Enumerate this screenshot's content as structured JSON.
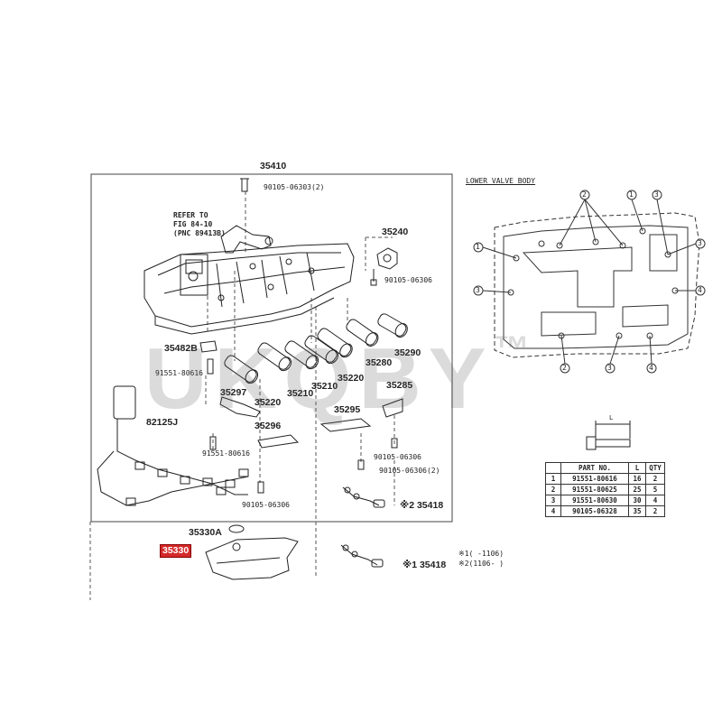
{
  "labels": {
    "assembly": "35410",
    "bolt_top": "90105-06303(2)",
    "refer_note": "REFER TO\nFIG 84-10\n(PNC 89413B)",
    "p35240": "35240",
    "bolt_240": "90105-06306",
    "p35482b": "35482B",
    "p91551_a": "91551-80616",
    "p82125j": "82125J",
    "p35297": "35297",
    "p35220_a": "35220",
    "p35210_a": "35210",
    "p35210_b": "35210",
    "p35220_b": "35220",
    "p35280": "35280",
    "p35290": "35290",
    "p35296": "35296",
    "p35285": "35285",
    "p35295": "35295",
    "p91551_b": "91551-80616",
    "bolt_285": "90105-06306",
    "bolt_295": "90105-06306(2)",
    "bolt_lower": "90105-06306",
    "p35418_a": "※2 35418",
    "p35418_b": "※1 35418",
    "p35330a": "35330A",
    "p35330": "35330",
    "footnote1": "※1(    -1106)",
    "footnote2": "※2(1106-    )"
  },
  "lower_valve_body": {
    "title": "LOWER VALVE BODY",
    "callouts": [
      "1",
      "2",
      "3",
      "4"
    ]
  },
  "bolt_dim": "L",
  "parts_table": {
    "headers": [
      "",
      "PART NO.",
      "L",
      "QTY"
    ],
    "rows": [
      [
        "1",
        "91551-80616",
        "16",
        "2"
      ],
      [
        "2",
        "91551-80625",
        "25",
        "5"
      ],
      [
        "3",
        "91551-80630",
        "30",
        "4"
      ],
      [
        "4",
        "90105-06328",
        "35",
        "2"
      ]
    ]
  },
  "watermark": {
    "text": "UKQBY",
    "mark": "™"
  }
}
